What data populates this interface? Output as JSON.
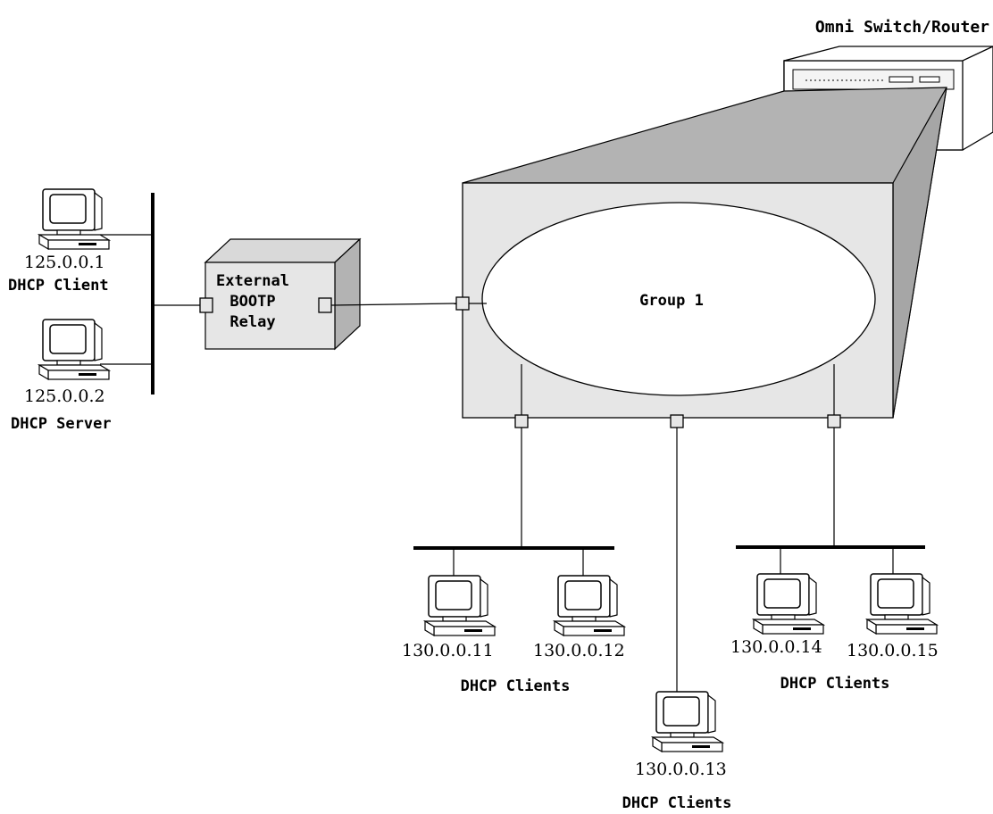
{
  "title": "Omni Switch/Router",
  "colors": {
    "box_face": "#e6e6e6",
    "box_side": "#b3b3b3",
    "ellipse": "#ffffff"
  },
  "group": {
    "label": "Group 1"
  },
  "relay": {
    "line1": "External",
    "line2": "BOOTP",
    "line3": "Relay"
  },
  "left_hosts": [
    {
      "ip": "125.0.0.1",
      "role": "DHCP Client"
    },
    {
      "ip": "125.0.0.2",
      "role": "DHCP Server"
    }
  ],
  "bottom_hosts": [
    {
      "ip": "130.0.0.11"
    },
    {
      "ip": "130.0.0.12"
    },
    {
      "ip": "130.0.0.13"
    },
    {
      "ip": "130.0.0.14"
    },
    {
      "ip": "130.0.0.15"
    }
  ],
  "group_labels": {
    "left": "DHCP Clients",
    "center": "DHCP Clients",
    "right": "DHCP Clients"
  }
}
